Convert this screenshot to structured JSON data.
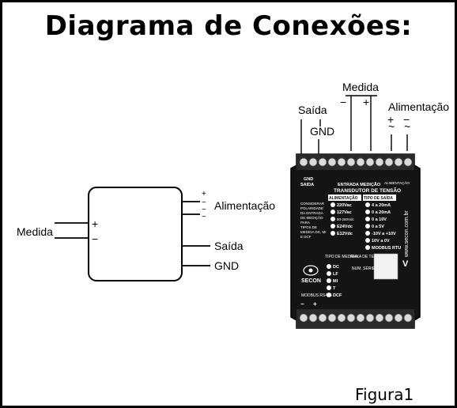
{
  "title": "Diagrama de Conexões:",
  "figure_caption": "Figura1",
  "schematic": {
    "input_label": "Medida",
    "plus_sign": "+",
    "minus_sign": "−",
    "power_label": "Alimentação",
    "power_plus": "+",
    "power_minus": "−",
    "ac_symbol": "~",
    "output_label": "Saída",
    "gnd_label": "GND"
  },
  "device": {
    "top_labels": {
      "medida": "Medida",
      "saida": "Saída",
      "gnd": "GND",
      "alimentacao": "Alimentação",
      "minus": "−",
      "plus": "+",
      "ac": "~"
    },
    "terminal_labels": {
      "gnd": "GND",
      "saida": "SAIDA",
      "entrada": "ENTRADA MEDIÇÃO",
      "alimentacao": "ALIMENTAÇÃO"
    },
    "panel_title": "TRANSDUTOR DE TENSÃO",
    "col_alim": "ALIMENTAÇÃO",
    "col_saida": "TIPO DE SAÍDA",
    "note": [
      "CONSIDERAR",
      "POLARIDADE",
      "DA ENTRADA",
      "DE MEDIÇÃO",
      "PARA",
      "TIPOS DE",
      "MEDIDA DC, MI",
      "E DCF"
    ],
    "alim_options": [
      "220Vac",
      "127Vac",
      "90-260Vdc",
      "E24Vdc",
      "E12Vdc"
    ],
    "saida_options": [
      "4 a 20mA",
      "0 a 20mA",
      "0 a 10V",
      "0 a 5V",
      "-10V a +10V",
      "10V a 0V",
      "MODBUS RTU"
    ],
    "tipo_medida_label": "TIPO DE MEDIDA:",
    "tipo_medida_options": [
      "DC",
      "LF",
      "MI",
      "T",
      "DCF"
    ],
    "faixa_label": "FAIXA DE TENSÃO:",
    "faixa_unit": "V",
    "num_serie_label": "NUM. SÉRIE:",
    "brand": "SECON",
    "side_text": "www.secon.com.br",
    "modbus_label": "MODBUS RS485"
  }
}
